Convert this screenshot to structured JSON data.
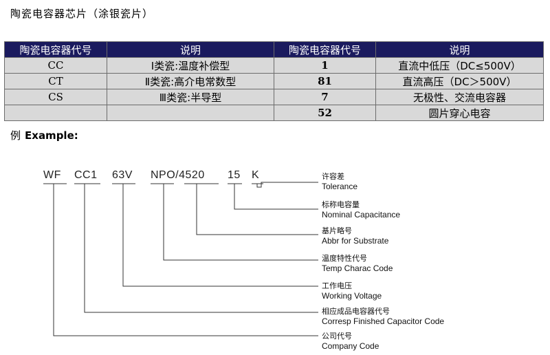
{
  "title": "陶瓷电容器芯片（涂银瓷片）",
  "table": {
    "headers": [
      "陶瓷电容器代号",
      "说明",
      "陶瓷电容器代号",
      "说明"
    ],
    "rows": [
      [
        "CC",
        "Ⅰ类瓷:温度补偿型",
        "1",
        "直流中低压（DC≤500V）"
      ],
      [
        "CT",
        "Ⅱ类瓷:高介电常数型",
        "81",
        "直流高压（DC＞500V）"
      ],
      [
        "CS",
        "Ⅲ类瓷:半导型",
        "7",
        "无极性、交流电容器"
      ],
      [
        "",
        "",
        "52",
        "圆片穿心电容"
      ]
    ]
  },
  "example": {
    "label_zh": "例",
    "label_en": "Example:",
    "segments": [
      "WF",
      "CC1",
      "63V",
      "NPO/4520",
      "15",
      "K"
    ],
    "callouts": [
      {
        "zh": "许容差",
        "en": "Tolerance"
      },
      {
        "zh": "标称电容量",
        "en": "Nominal Capacitance"
      },
      {
        "zh": "基片略号",
        "en": "Abbr for Substrate"
      },
      {
        "zh": "温度特性代号",
        "en": "Temp Charac Code"
      },
      {
        "zh": "工作电压",
        "en": "Working Voltage"
      },
      {
        "zh": "相应成品电容器代号",
        "en": "Corresp Finished Capacitor Code"
      },
      {
        "zh": "公司代号",
        "en": "Company Code"
      }
    ]
  }
}
